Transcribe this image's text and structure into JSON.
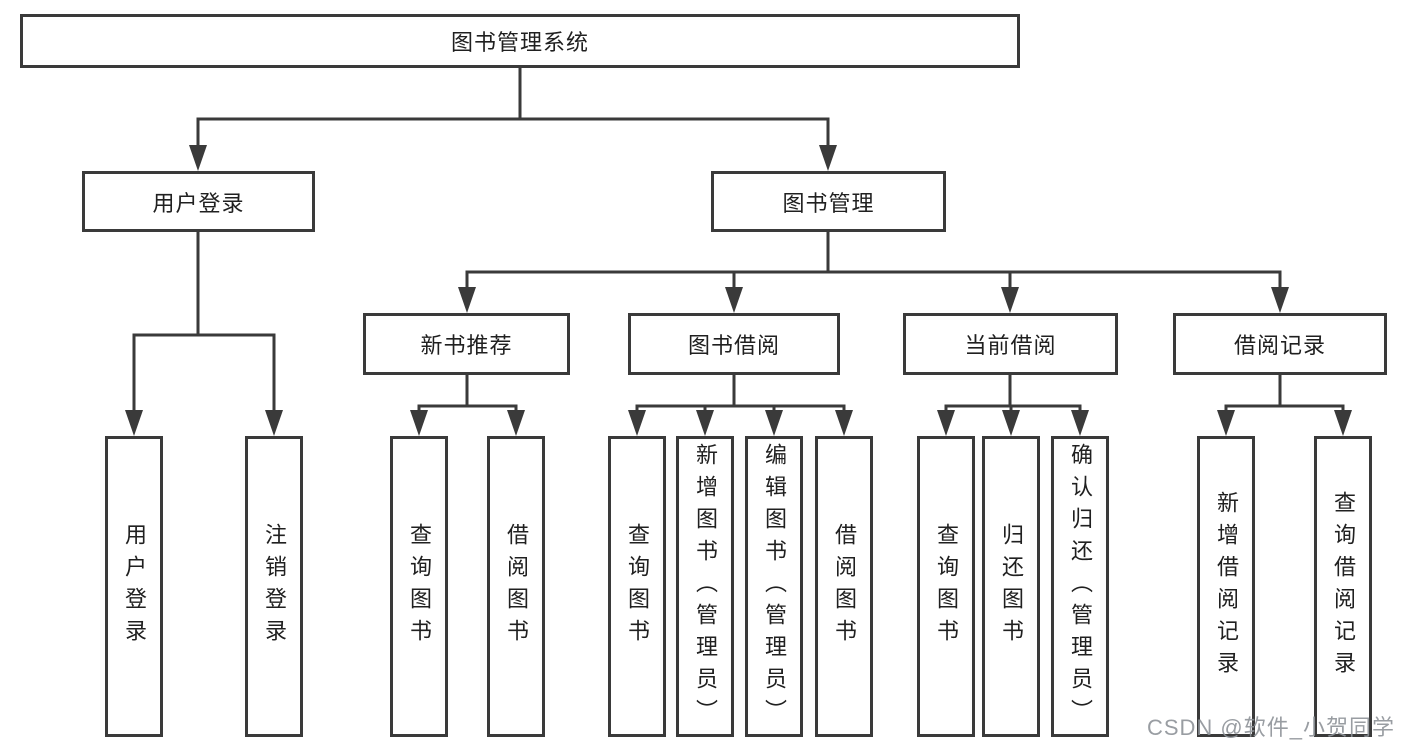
{
  "colors": {
    "line": "#3a3a3a",
    "text": "#202020",
    "background": "#ffffff",
    "watermark": "#8e9399"
  },
  "watermark": {
    "text": "CSDN @软件_小贺同学"
  },
  "tree": {
    "label": "图书管理系统",
    "children": [
      {
        "label": "用户登录",
        "children": [
          {
            "label": "用户登录"
          },
          {
            "label": "注销登录"
          }
        ]
      },
      {
        "label": "图书管理",
        "children": [
          {
            "label": "新书推荐",
            "children": [
              {
                "label": "查询图书"
              },
              {
                "label": "借阅图书"
              }
            ]
          },
          {
            "label": "图书借阅",
            "children": [
              {
                "label": "查询图书"
              },
              {
                "label": "新增图书（管理员）"
              },
              {
                "label": "编辑图书（管理员）"
              },
              {
                "label": "借阅图书"
              }
            ]
          },
          {
            "label": "当前借阅",
            "children": [
              {
                "label": "查询图书"
              },
              {
                "label": "归还图书"
              },
              {
                "label": "确认归还（管理员）"
              }
            ]
          },
          {
            "label": "借阅记录",
            "children": [
              {
                "label": "新增借阅记录"
              },
              {
                "label": "查询借阅记录"
              }
            ]
          }
        ]
      }
    ]
  }
}
